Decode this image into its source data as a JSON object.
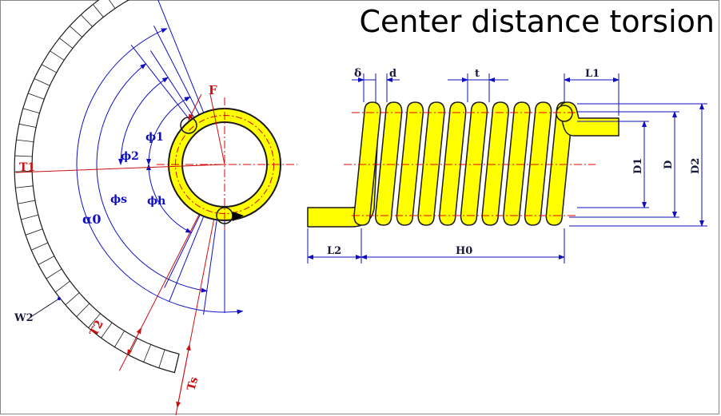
{
  "title": "Center distance torsion",
  "colors": {
    "coil": "#ffff00",
    "outline": "#1a1a1a",
    "dimension": "#1010c0",
    "centerline": "#e00000",
    "torque": "#cc1010"
  },
  "labels": {
    "F": "F",
    "phi1": "ϕ1",
    "phi2": "ϕ2",
    "phis": "ϕs",
    "phih": "ϕh",
    "alpha0": "α0",
    "T1": "T1",
    "T2": "T2",
    "Ts": "Ts",
    "W2": "W2",
    "delta": "δ",
    "d": "d",
    "t": "t",
    "L1": "L1",
    "L2": "L2",
    "H0": "H0",
    "D1": "D1",
    "D": "D",
    "D2": "D2"
  }
}
